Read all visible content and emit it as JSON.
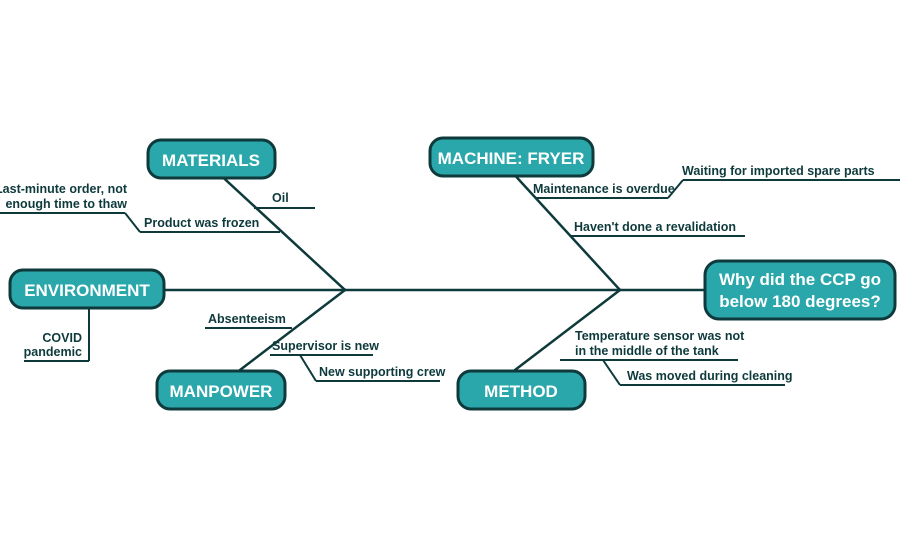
{
  "diagram": {
    "type": "fishbone",
    "problem": {
      "line1": "Why did the CCP go",
      "line2": "below 180 degrees?"
    },
    "categories": {
      "materials": {
        "label": "MATERIALS",
        "causes": {
          "oil": "Oil",
          "frozen": "Product was frozen",
          "thaw_line1": "Last-minute order, not",
          "thaw_line2": "enough time to thaw"
        }
      },
      "machine": {
        "label": "MACHINE: FRYER",
        "causes": {
          "maintenance": "Maintenance is overdue",
          "spare_parts": "Waiting for imported spare parts",
          "revalidation": "Haven't done a revalidation"
        }
      },
      "environment": {
        "label": "ENVIRONMENT",
        "causes": {
          "covid_line1": "COVID",
          "covid_line2": "pandemic"
        }
      },
      "manpower": {
        "label": "MANPOWER",
        "causes": {
          "absenteeism": "Absenteeism",
          "supervisor": "Supervisor is new",
          "crew": "New supporting crew"
        }
      },
      "method": {
        "label": "METHOD",
        "causes": {
          "sensor_line1": "Temperature sensor was not",
          "sensor_line2": "in the middle of the tank",
          "moved": "Was moved during cleaning"
        }
      }
    },
    "colors": {
      "box_fill": "#2aa7ab",
      "outline": "#0e3a3c",
      "box_text": "#ffffff"
    }
  }
}
